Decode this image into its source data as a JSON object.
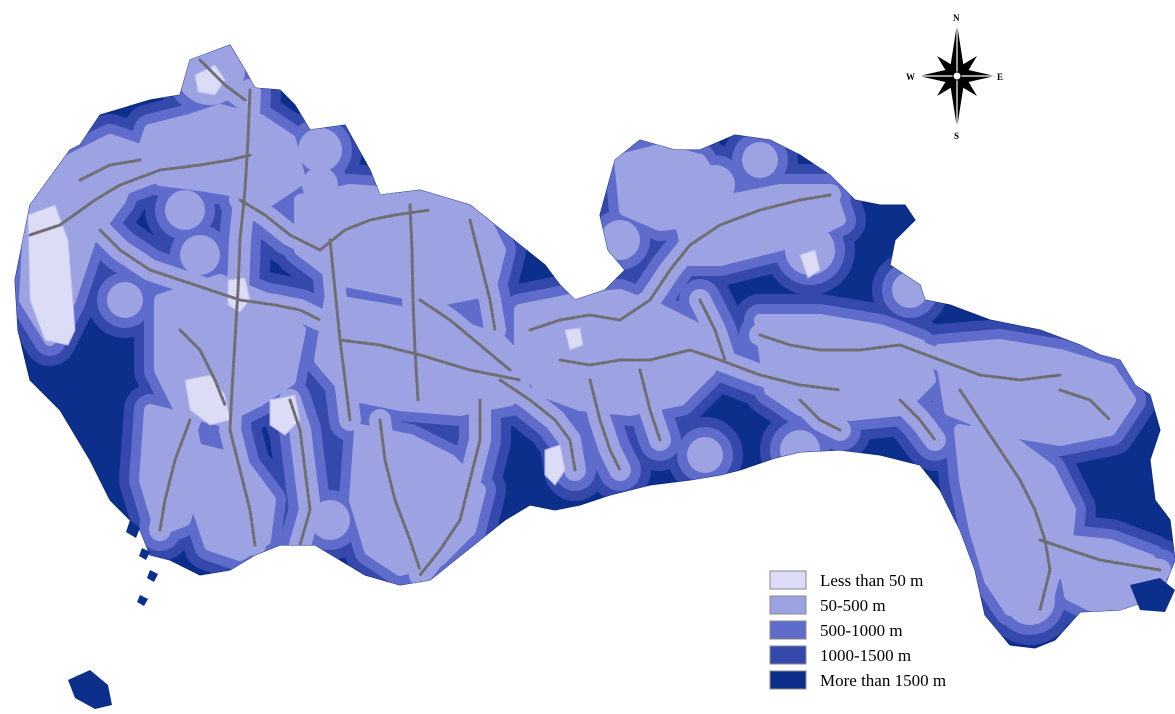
{
  "compass": {
    "north": "N",
    "south": "S",
    "east": "E",
    "west": "W"
  },
  "legend": {
    "items": [
      {
        "label": "Less than 50 m",
        "color": "#dcdcf7"
      },
      {
        "label": "50-500 m",
        "color": "#9da3e2"
      },
      {
        "label": "500-1000 m",
        "color": "#5f6ccb"
      },
      {
        "label": "1000-1500 m",
        "color": "#3548ab"
      },
      {
        "label": "More than 1500 m",
        "color": "#0c2f8c"
      }
    ]
  },
  "colors": {
    "boundary": "#7a7a8a",
    "road": "#6e6e73",
    "background": "#ffffff"
  }
}
